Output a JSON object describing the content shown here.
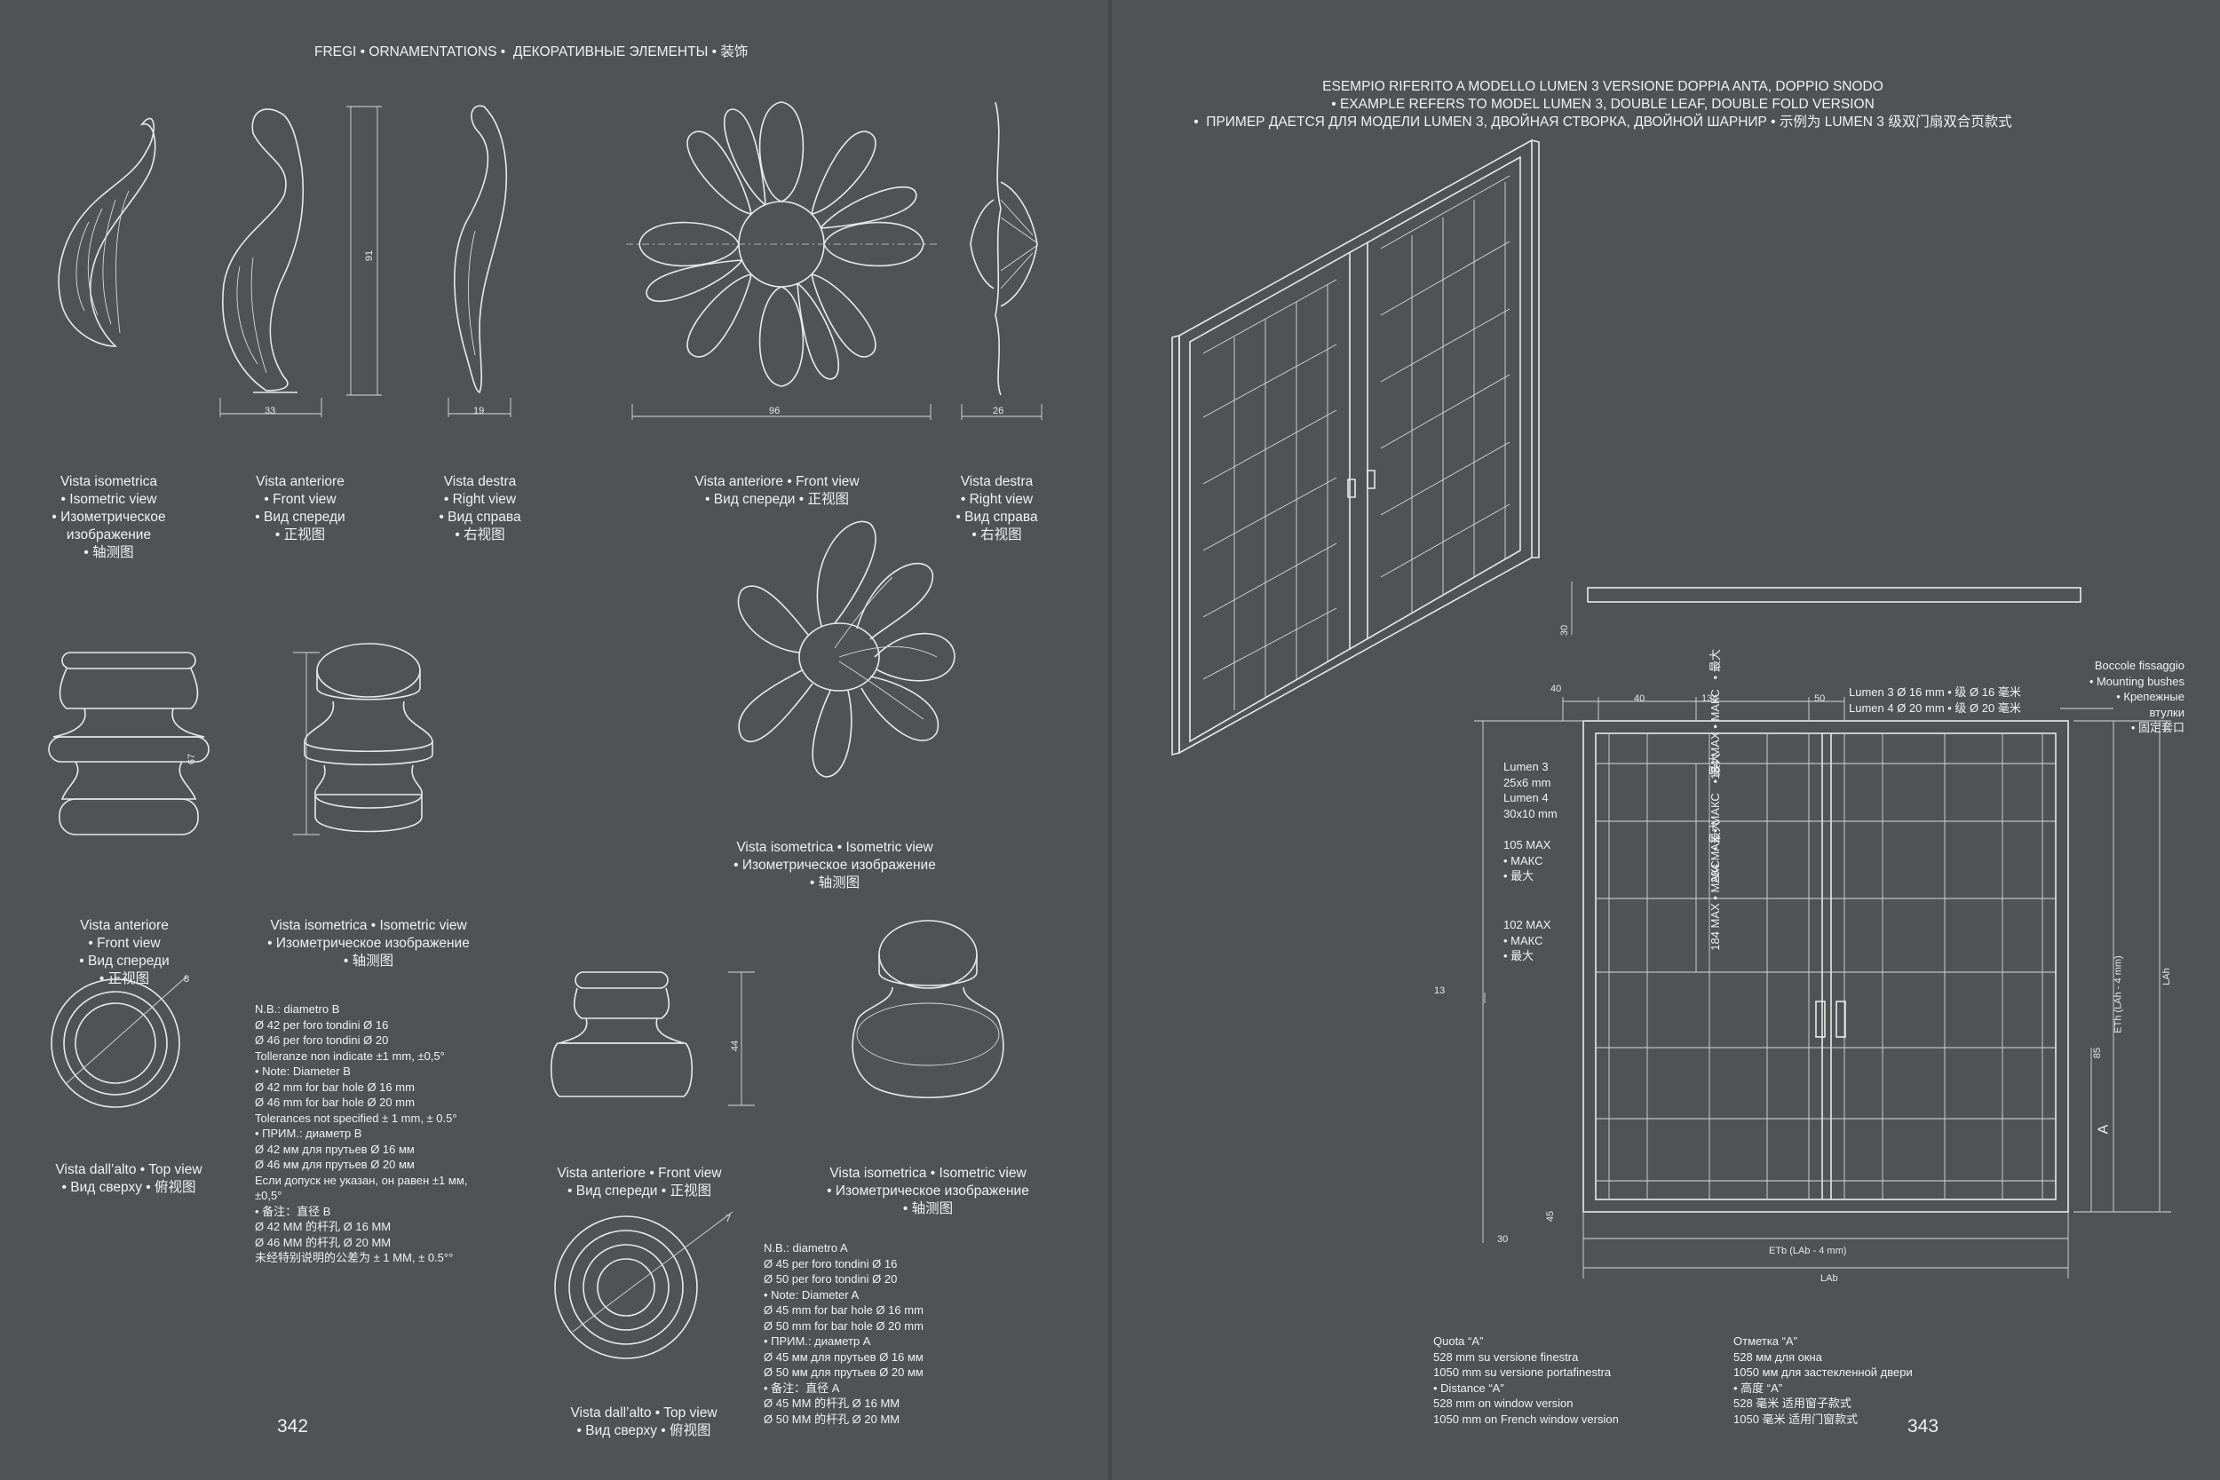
{
  "left": {
    "header": "FREGI • ORNAMENTATIONS •  ДЕКОРАТИВНЫЕ ЭЛЕМЕНТЫ • 装饰",
    "page_number": "342",
    "captions": {
      "iso1": [
        "Vista isometrica",
        "• Isometric view",
        "• Изометрическое",
        "изображение",
        "• 轴测图"
      ],
      "front1": [
        "Vista anteriore",
        "• Front view",
        "• Вид спереди",
        "• 正视图"
      ],
      "right1": [
        "Vista destra",
        "• Right view",
        "• Вид справа",
        "• 右视图"
      ],
      "rosette_front": [
        "Vista anteriore • Front view",
        "• Вид спереди • 正视图"
      ],
      "rosette_right": [
        "Vista destra",
        "• Right view",
        "• Вид справа",
        "• 右视图"
      ],
      "rosette_iso": [
        "Vista isometrica • Isometric view",
        "• Изометрическое изображение",
        "• 轴测图"
      ],
      "bush_front": [
        "Vista anteriore",
        "• Front view",
        "• Вид спереди",
        "• 正视图"
      ],
      "bush_iso": [
        "Vista isometrica • Isometric view",
        "• Изометрическое изображение",
        "• 轴测图"
      ],
      "bush_top": [
        "Vista dall’alto • Top view",
        "• Вид сверху • 俯视图"
      ],
      "knob_front": [
        "Vista anteriore • Front view",
        "• Вид спереди • 正视图"
      ],
      "knob_iso": [
        "Vista isometrica • Isometric view",
        "• Изометрическое изображение",
        "• 轴测图"
      ],
      "knob_top": [
        "Vista dall’alto • Top view",
        "• Вид сверху • 俯视图"
      ]
    },
    "dims": {
      "d91": "91",
      "d33": "33",
      "d19": "19",
      "d96": "96",
      "d26": "26",
      "d67": "67",
      "d44": "44",
      "d8": "8",
      "d7": "7"
    },
    "note_b": [
      "N.B.: diametro B",
      "Ø 42 per foro tondini Ø 16",
      "Ø 46 per foro tondini Ø 20",
      "Tolleranze non indicate ±1 mm, ±0,5°",
      "• Note: Diameter B",
      "Ø 42 mm for bar hole Ø 16 mm",
      "Ø 46 mm for bar hole Ø 20 mm",
      "Tolerances not specified ± 1 mm, ± 0.5°",
      "• ПРИМ.: диаметр B",
      "Ø 42 мм для прутьев Ø 16 мм",
      "Ø 46 мм для прутьев Ø 20 мм",
      "Если допуск не указан, он равен ±1 мм,",
      "±0,5°",
      "• 备注：直径 B",
      "Ø 42 MM 的杆孔 Ø 16 MM",
      "Ø 46 MM 的杆孔 Ø 20 MM",
      "未经特别说明的公差为 ± 1 MM, ± 0.5°°"
    ],
    "note_a": [
      "N.B.: diametro A",
      "Ø 45 per foro tondini Ø 16",
      "Ø 50 per foro tondini Ø 20",
      "• Note: Diameter A",
      "Ø 45 mm for bar hole Ø 16 mm",
      "Ø 50 mm for bar hole Ø 20 mm",
      "• ПРИМ.: диаметр A",
      "Ø 45 мм для прутьев Ø 16 мм",
      "Ø 50 мм для прутьев Ø 20 мм",
      "• 备注：直径 A",
      "Ø 45 MM 的杆孔 Ø 16 MM",
      "Ø 50 MM 的杆孔 Ø 20 MM"
    ]
  },
  "right": {
    "header": [
      "ESEMPIO RIFERITO A MODELLO LUMEN 3 VERSIONE DOPPIA ANTA, DOPPIO SNODO",
      "• EXAMPLE REFERS TO MODEL LUMEN 3, DOUBLE LEAF, DOUBLE FOLD VERSION",
      "•  ПРИМЕР ДАЕТСЯ ДЛЯ МОДЕЛИ LUMEN 3, ДВОЙНАЯ СТВОРКА, ДВОЙНОЙ ШАРНИР • 示例为 LUMEN 3 级双门扇双合页款式"
    ],
    "page_number": "343",
    "bushes": [
      "Boccole fissaggio",
      "• Mounting bushes",
      "• Крепежные",
      "втулки",
      "• 固定套口"
    ],
    "lumen_holes": [
      "Lumen 3 Ø 16 mm • 级 Ø 16 毫米",
      "Lumen 4 Ø 20 mm • 级 Ø 20 毫米"
    ],
    "lumen_profiles": [
      "Lumen 3",
      "25x6 mm",
      "Lumen 4",
      "30x10 mm"
    ],
    "max105": [
      "105 MAX",
      "• МАКС",
      "• 最大"
    ],
    "max102": [
      "102 MAX",
      "• МАКС",
      "• 最大"
    ],
    "vertical_max": {
      "a1": "184 MAX",
      "a2": "• МАКС",
      "a3": "• 最大",
      "b1": "204 MAX",
      "b2": "• МАКС",
      "b3": "• 最大",
      "c1": "184 MAX",
      "c2": "• МАКС",
      "c3": "• 最大"
    },
    "dims": {
      "d40a": "40",
      "d40b": "40",
      "d134": "134",
      "d50": "50",
      "d30top": "30",
      "d13": "13",
      "d30b": "30",
      "d45": "45",
      "d85": "85",
      "A": "A",
      "ETh": "ETh (LAh - 4 mm)",
      "LAh": "LAh",
      "ETb": "ETb (LAb - 4 mm)",
      "LAb": "LAb"
    },
    "quota_it": [
      "Quota “A”",
      "528 mm su versione finestra",
      "1050 mm su versione portafinestra",
      "• Distance “A”",
      "528 mm on window version",
      "1050 mm on French window version"
    ],
    "quota_ru": [
      "Отметка “A”",
      "528 мм для окна",
      "1050 мм для застекленной двери",
      "• 高度 “A”",
      "528 毫米 适用窗子款式",
      "1050 毫米 适用门窗款式"
    ]
  }
}
